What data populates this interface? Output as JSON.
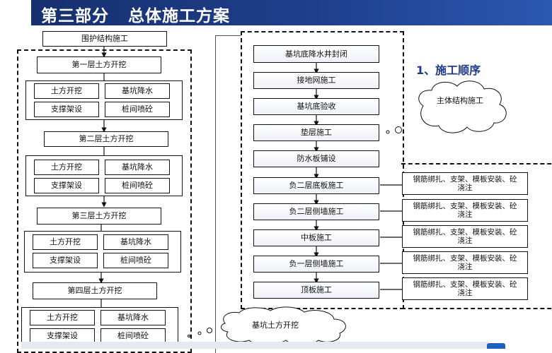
{
  "header": {
    "title": "第三部分   总体施工方案"
  },
  "section_heading": "1、施工顺序",
  "left_column": {
    "top_step": "围护结构施工",
    "layers": [
      {
        "title": "第一层土方开挖",
        "tasks": [
          "土方开挖",
          "基坑降水",
          "支撑架设",
          "桩间喷砼"
        ]
      },
      {
        "title": "第二层土方开挖",
        "tasks": [
          "土方开挖",
          "基坑降水",
          "支撑架设",
          "桩间喷砼"
        ]
      },
      {
        "title": "第三层土方开挖",
        "tasks": [
          "土方开挖",
          "基坑降水",
          "支撑架设",
          "桩间喷砼"
        ]
      },
      {
        "title": "第四层土方开挖",
        "tasks": [
          "土方开挖",
          "基坑降水",
          "支撑架设",
          "桩间喷砼"
        ]
      }
    ]
  },
  "center_column": {
    "steps": [
      "基坑底降水井封闭",
      "接地网施工",
      "基坑底验收",
      "垫层施工",
      "防水板铺设",
      "负二层底板施工",
      "负二层侧墙施工",
      "中板施工",
      "负一层侧墙施工",
      "顶板施工"
    ]
  },
  "right_column": {
    "details": [
      "钢筋绑扎、支架、模板安装、砼浇注",
      "钢筋绑扎、支架、模板安装、砼浇注",
      "钢筋绑扎、支架、模板安装、砼浇注",
      "钢筋绑扎、支架、模板安装、砼浇注",
      "钢筋绑扎、支架、模板安装、砼浇注"
    ]
  },
  "clouds": {
    "main_structure": "主体结构施工",
    "pit_excavation": "基坑土方开挖"
  }
}
